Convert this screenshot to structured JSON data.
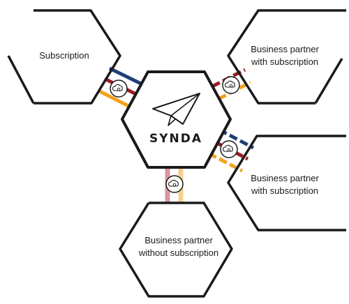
{
  "center": {
    "brand": "SYNDA",
    "icon": "paper-plane-icon"
  },
  "nodes": {
    "top_left": {
      "lines": [
        "Subscription"
      ]
    },
    "top_right": {
      "lines": [
        "Business partner",
        "with subscription"
      ]
    },
    "mid_right": {
      "lines": [
        "Business partner",
        "with subscription"
      ]
    },
    "bottom": {
      "lines": [
        "Business partner",
        "without subscription"
      ]
    }
  },
  "connector_icon": "cloud-sync-icon",
  "colors": {
    "outline": "#1a1a1a",
    "blue": "#1d3f7a",
    "red": "#9b1c22",
    "orange": "#f2a21b",
    "light_red": "#d9969a",
    "light_orange": "#f6cf8e"
  }
}
